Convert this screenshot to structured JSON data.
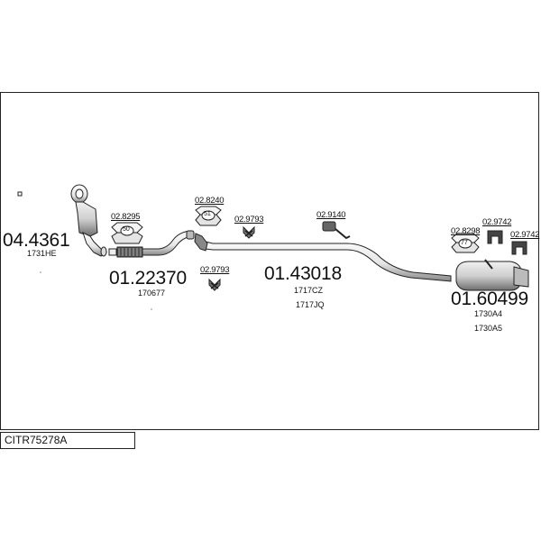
{
  "catalog_code": "CITR75278A",
  "assemblies": [
    {
      "number": "04.4361",
      "refs": [
        "1731HE"
      ]
    },
    {
      "number": "01.22370",
      "refs": [
        "170677"
      ]
    },
    {
      "number": "01.43018",
      "refs": [
        "1717CZ",
        "1717JQ"
      ]
    },
    {
      "number": "01.60499",
      "refs": [
        "1730A4",
        "1730A5"
      ]
    }
  ],
  "fittings": {
    "gasket_a": {
      "number": "02.8295",
      "badge": "50"
    },
    "gasket_b": {
      "number": "02.8240",
      "badge": "51"
    },
    "mount_a": {
      "number": "02.9793"
    },
    "mount_b": {
      "number": "02.9793"
    },
    "clamp_a": {
      "number": "02.9140"
    },
    "gasket_c": {
      "number": "02.8298",
      "badge": "77"
    },
    "hanger_a": {
      "number": "02.9742"
    },
    "hanger_b": {
      "number": "02.9742"
    }
  },
  "colors": {
    "line": "#222222",
    "fill": "#f2f2f2",
    "shade": "#9a9a9a"
  }
}
